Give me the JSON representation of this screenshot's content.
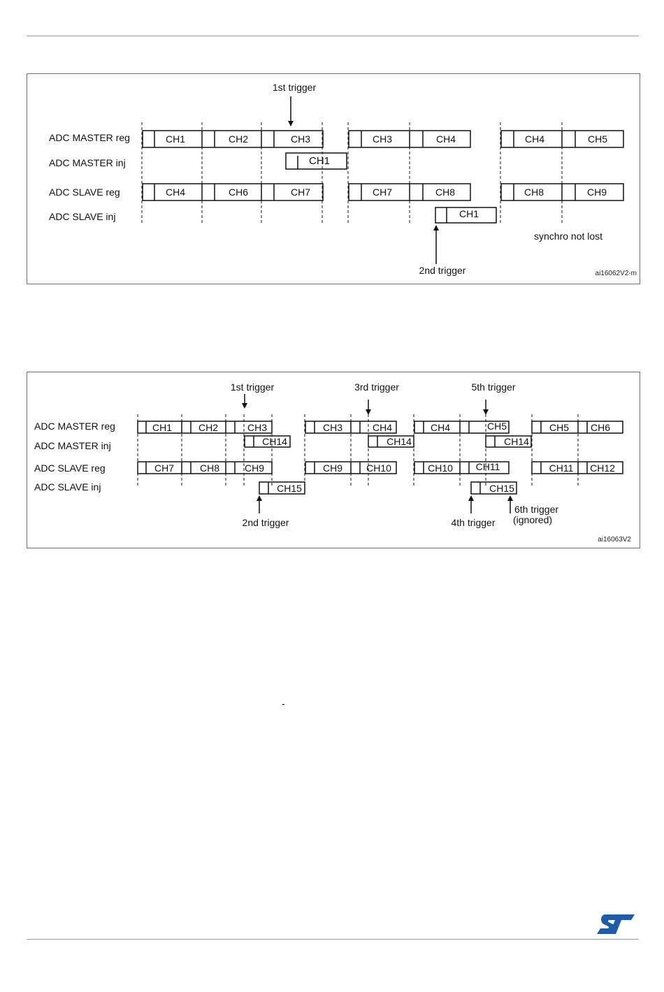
{
  "figure1": {
    "rows": [
      {
        "label": "ADC MASTER reg"
      },
      {
        "label": "ADC MASTER inj"
      },
      {
        "label": "ADC SLAVE reg"
      },
      {
        "label": "ADC SLAVE  inj"
      }
    ],
    "master_reg": [
      [
        "CH1",
        "CH2",
        "CH3"
      ],
      [
        "CH3",
        "CH4"
      ],
      [
        "CH4",
        "CH5"
      ]
    ],
    "master_inj": "CH1",
    "slave_reg": [
      [
        "CH4",
        "CH6",
        "CH7"
      ],
      [
        "CH7",
        "CH8"
      ],
      [
        "CH8",
        "CH9"
      ]
    ],
    "slave_inj": "CH1",
    "trigger_1": "1st trigger",
    "trigger_2": "2nd trigger",
    "note": "synchro not lost",
    "ref": "ai16062V2-m"
  },
  "figure2": {
    "rows": [
      {
        "label": "ADC MASTER reg"
      },
      {
        "label": "ADC MASTER inj"
      },
      {
        "label": "ADC SLAVE reg"
      },
      {
        "label": "ADC SLAVE inj"
      }
    ],
    "master_reg": [
      [
        "CH1",
        "CH2",
        "CH3"
      ],
      [
        "CH3",
        "CH4"
      ],
      [
        "CH4",
        "CH5"
      ],
      [
        "CH5",
        "CH6"
      ]
    ],
    "master_inj": [
      "CH14",
      "CH14",
      "CH14"
    ],
    "slave_reg": [
      [
        "CH7",
        "CH8",
        "CH9"
      ],
      [
        "CH9",
        "CH10"
      ],
      [
        "CH10",
        "CH11"
      ],
      [
        "CH11",
        "CH12"
      ]
    ],
    "slave_inj": [
      "CH15",
      "CH15"
    ],
    "trigger_1": "1st trigger",
    "trigger_2": "2nd trigger",
    "trigger_3": "3rd trigger",
    "trigger_4": "4th trigger",
    "trigger_5": "5th trigger",
    "trigger_6": "6th trigger",
    "trigger_6_note": "(ignored)",
    "ref": "ai16063V2"
  },
  "stray_mark": "-",
  "logo_name": "st-logo-icon",
  "logo_color": "#1f5ba8"
}
